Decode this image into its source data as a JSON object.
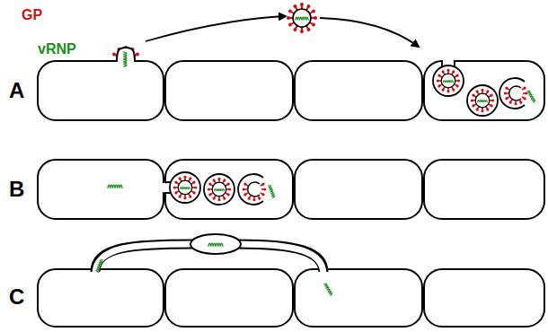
{
  "diagram": {
    "labels": [
      "GP",
      "vRNP",
      "A",
      "B",
      "C"
    ]
  }
}
